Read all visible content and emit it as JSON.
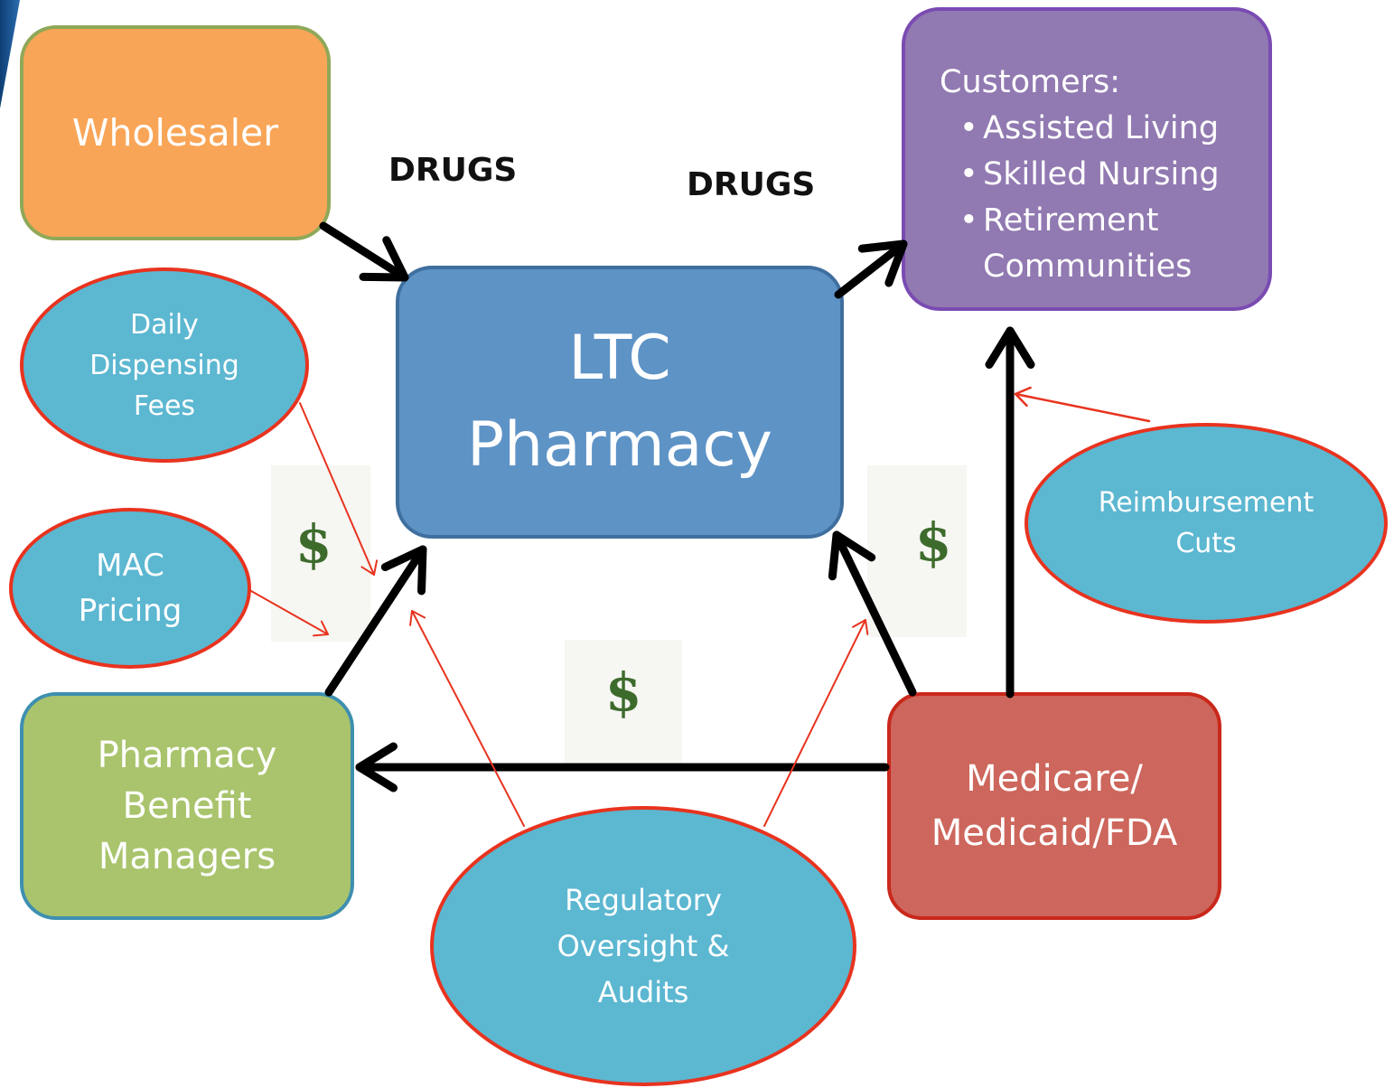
{
  "nodes": {
    "wholesaler": "Wholesaler",
    "ltc_pharmacy": [
      "LTC",
      "Pharmacy"
    ],
    "customers": {
      "heading": "Customers:",
      "items": [
        "Assisted Living",
        "Skilled Nursing",
        "Retirement",
        "Communities"
      ]
    },
    "pbm": [
      "Pharmacy",
      "Benefit",
      "Managers"
    ],
    "medicare": [
      "Medicare/",
      "Medicaid/FDA"
    ]
  },
  "pressures": {
    "daily_fees": [
      "Daily",
      "Dispensing",
      "Fees"
    ],
    "mac_pricing": [
      "MAC",
      "Pricing"
    ],
    "reimbursement": [
      "Reimbursement",
      "Cuts"
    ],
    "regulatory": [
      "Regulatory",
      "Oversight &",
      "Audits"
    ]
  },
  "flow_labels": {
    "drugs_in": "DRUGS",
    "drugs_out": "DRUGS",
    "money_left": "$",
    "money_right": "$",
    "money_bottom": "$"
  },
  "colors": {
    "wholesaler": "#f9a557",
    "ltc_pharmacy": "#5e93c6",
    "customers": "#9179b1",
    "pbm": "#a9c46c",
    "medicare": "#cd665c",
    "pressure_fill": "#5cb7d1",
    "pressure_border": "#e8331f",
    "flow_arrow": "#000000",
    "pressure_arrow": "#e8331f"
  }
}
